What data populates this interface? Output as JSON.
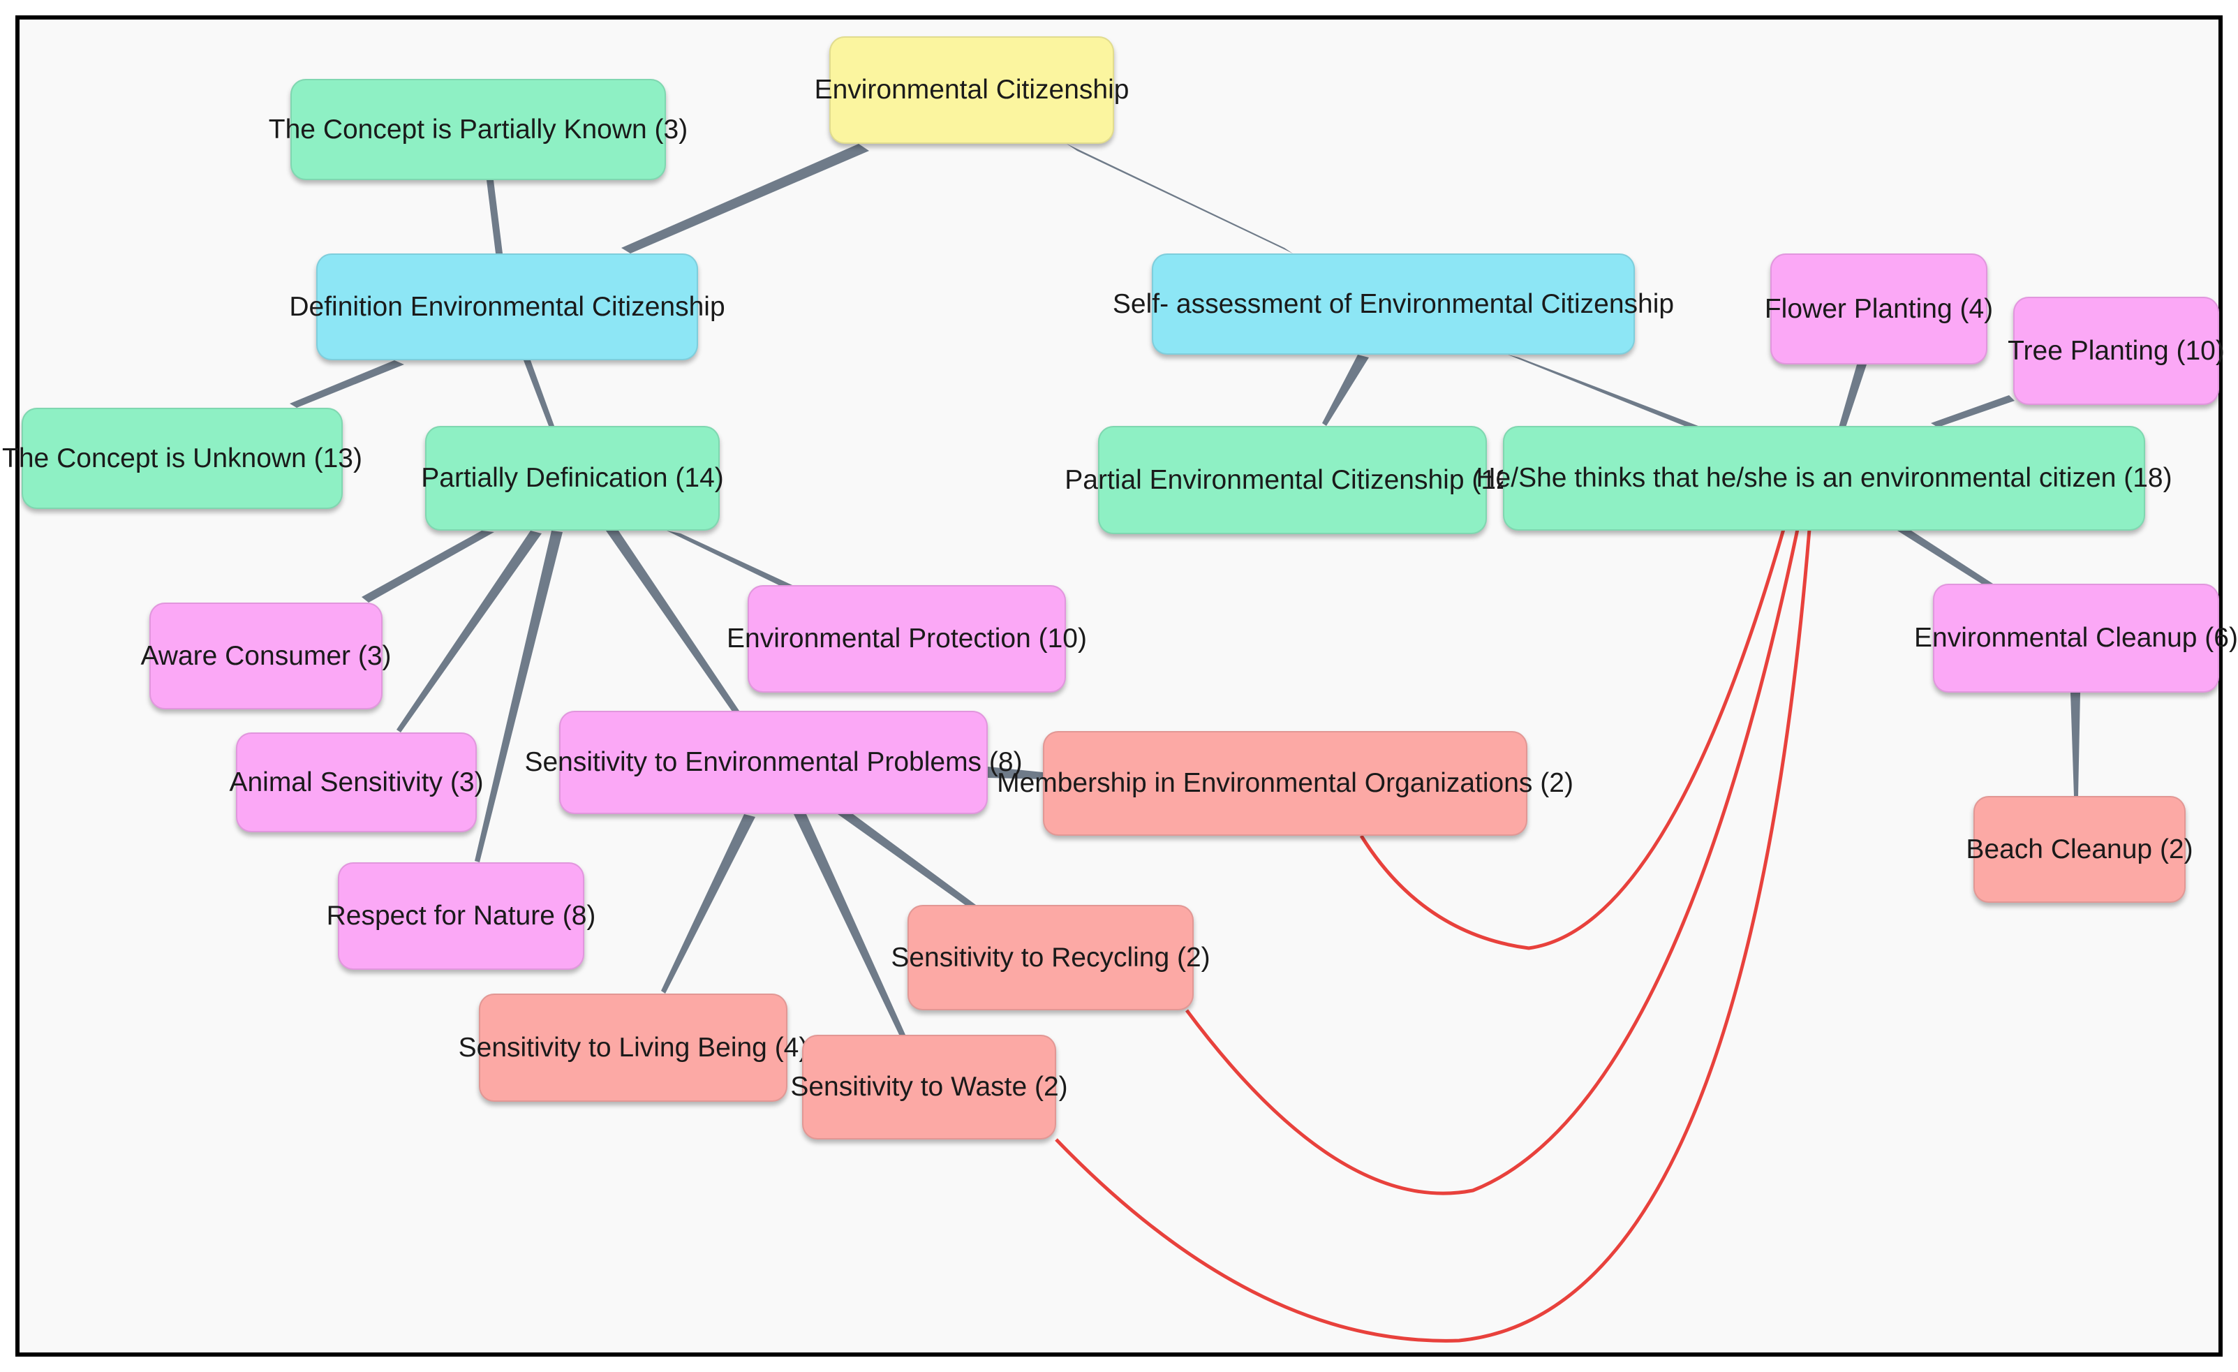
{
  "diagram": {
    "colors": {
      "root": "#fbf59f",
      "category": "#8de6f5",
      "level2": "#8ef0c4",
      "level3": "#fba8f6",
      "level4": "#fca9a5",
      "tree_edge": "#6f7b89",
      "relation_edge": "#e8413c"
    },
    "nodes": {
      "root": "Environmental Citizenship",
      "definition": "Definition Environmental Citizenship",
      "self_assessment": "Self- assessment of Environmental Citizenship",
      "concept_partially_known": "The Concept is Partially Known (3)",
      "concept_unknown": "The Concept is Unknown (13)",
      "partially_definication": "Partially Definication (14)",
      "partial_citizenship": "Partial Environmental Citizenship (12)",
      "thinks_citizen": "He/She thinks that he/she is an environmental citizen  (18)",
      "flower_planting": "Flower Planting (4)",
      "tree_planting": "Tree Planting (10)",
      "aware_consumer": "Aware Consumer (3)",
      "environmental_protection": "Environmental Protection (10)",
      "animal_sensitivity": "Animal Sensitivity (3)",
      "sensitivity_problems": "Sensitivity to Environmental Problems (8)",
      "membership": "Membership in Environmental Organizations (2)",
      "respect_nature": "Respect for Nature (8)",
      "environmental_cleanup": "Environmental Cleanup (6)",
      "beach_cleanup": "Beach Cleanup (2)",
      "sensitivity_recycling": "Sensitivity to Recycling (2)",
      "sensitivity_living": "Sensitivity to Living Being (4)",
      "sensitivity_waste": "Sensitivity to Waste (2)"
    }
  }
}
